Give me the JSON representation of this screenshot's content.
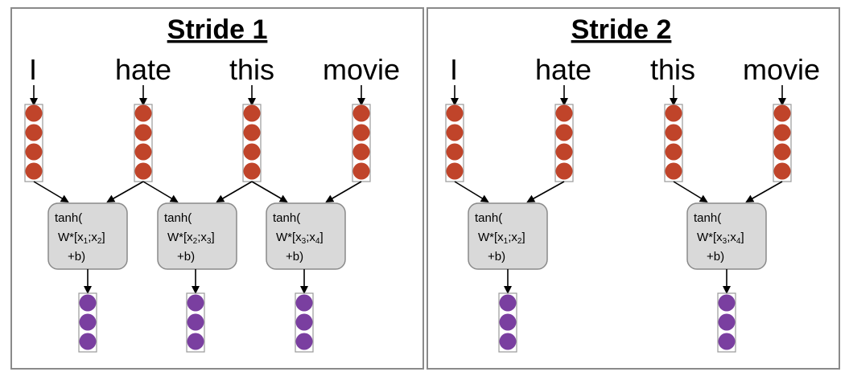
{
  "panels": [
    {
      "title": "Stride 1",
      "words": [
        "I",
        "hate",
        "this",
        "movie"
      ],
      "filters": [
        {
          "line1": "tanh(",
          "prefix": "W*[x",
          "i": "1",
          "mid": ";x",
          "j": "2",
          "suffix": "]",
          "line3": "+b)"
        },
        {
          "line1": "tanh(",
          "prefix": "W*[x",
          "i": "2",
          "mid": ";x",
          "j": "3",
          "suffix": "]",
          "line3": "+b)"
        },
        {
          "line1": "tanh(",
          "prefix": "W*[x",
          "i": "3",
          "mid": ";x",
          "j": "4",
          "suffix": "]",
          "line3": "+b)"
        }
      ]
    },
    {
      "title": "Stride 2",
      "words": [
        "I",
        "hate",
        "this",
        "movie"
      ],
      "filters": [
        {
          "line1": "tanh(",
          "prefix": "W*[x",
          "i": "1",
          "mid": ";x",
          "j": "2",
          "suffix": "]",
          "line3": "+b)"
        },
        {
          "line1": "tanh(",
          "prefix": "W*[x",
          "i": "3",
          "mid": ";x",
          "j": "4",
          "suffix": "]",
          "line3": "+b)"
        }
      ]
    }
  ],
  "colors": {
    "input_vector": "#c0442a",
    "output_vector": "#7a3fa0",
    "filter_box": "#d9d9d9",
    "panel_border": "#8a8a8a"
  }
}
